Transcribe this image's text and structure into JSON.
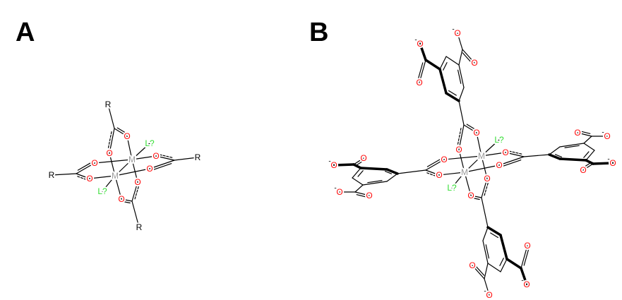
{
  "panels": {
    "a": {
      "label": "A"
    },
    "b": {
      "label": "B"
    }
  },
  "atoms": {
    "r": "R",
    "o": "O",
    "m": "M",
    "ligand": "L?",
    "charge": "-"
  },
  "colors": {
    "oxygen": "#ff0d0d",
    "metal": "#9a9a9a",
    "ligand": "#33dd33",
    "bond": "#000000",
    "r_group": "#000000"
  }
}
